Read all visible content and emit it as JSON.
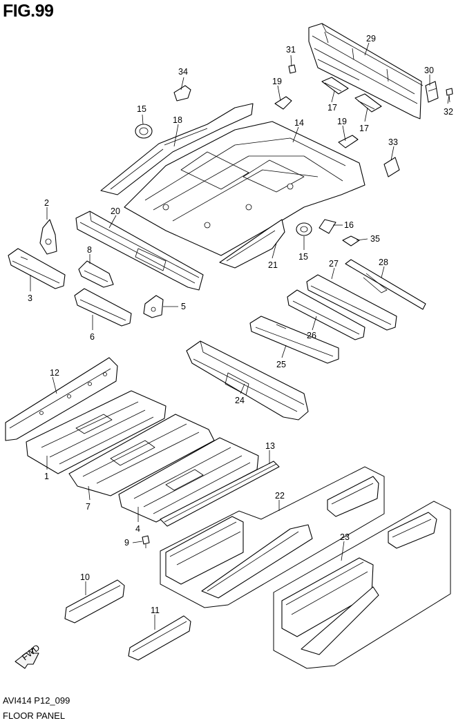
{
  "figure": {
    "title": "FIG.99",
    "code": "AVI414 P12_099",
    "name": "FLOOR PANEL",
    "fwd_label": "FWD"
  },
  "callouts": [
    {
      "id": "c1",
      "label": "1"
    },
    {
      "id": "c2",
      "label": "2"
    },
    {
      "id": "c3",
      "label": "3"
    },
    {
      "id": "c4",
      "label": "4"
    },
    {
      "id": "c5",
      "label": "5"
    },
    {
      "id": "c6",
      "label": "6"
    },
    {
      "id": "c7",
      "label": "7"
    },
    {
      "id": "c8",
      "label": "8"
    },
    {
      "id": "c9",
      "label": "9"
    },
    {
      "id": "c10",
      "label": "10"
    },
    {
      "id": "c11",
      "label": "11"
    },
    {
      "id": "c12",
      "label": "12"
    },
    {
      "id": "c13",
      "label": "13"
    },
    {
      "id": "c14",
      "label": "14"
    },
    {
      "id": "c15a",
      "label": "15"
    },
    {
      "id": "c15b",
      "label": "15"
    },
    {
      "id": "c16",
      "label": "16"
    },
    {
      "id": "c17a",
      "label": "17"
    },
    {
      "id": "c17b",
      "label": "17"
    },
    {
      "id": "c18",
      "label": "18"
    },
    {
      "id": "c19a",
      "label": "19"
    },
    {
      "id": "c19b",
      "label": "19"
    },
    {
      "id": "c20",
      "label": "20"
    },
    {
      "id": "c21",
      "label": "21"
    },
    {
      "id": "c22",
      "label": "22"
    },
    {
      "id": "c23",
      "label": "23"
    },
    {
      "id": "c24",
      "label": "24"
    },
    {
      "id": "c25",
      "label": "25"
    },
    {
      "id": "c26",
      "label": "26"
    },
    {
      "id": "c27",
      "label": "27"
    },
    {
      "id": "c28",
      "label": "28"
    },
    {
      "id": "c29",
      "label": "29"
    },
    {
      "id": "c30",
      "label": "30"
    },
    {
      "id": "c31",
      "label": "31"
    },
    {
      "id": "c32",
      "label": "32"
    },
    {
      "id": "c33",
      "label": "33"
    },
    {
      "id": "c34",
      "label": "34"
    },
    {
      "id": "c35",
      "label": "35"
    }
  ]
}
